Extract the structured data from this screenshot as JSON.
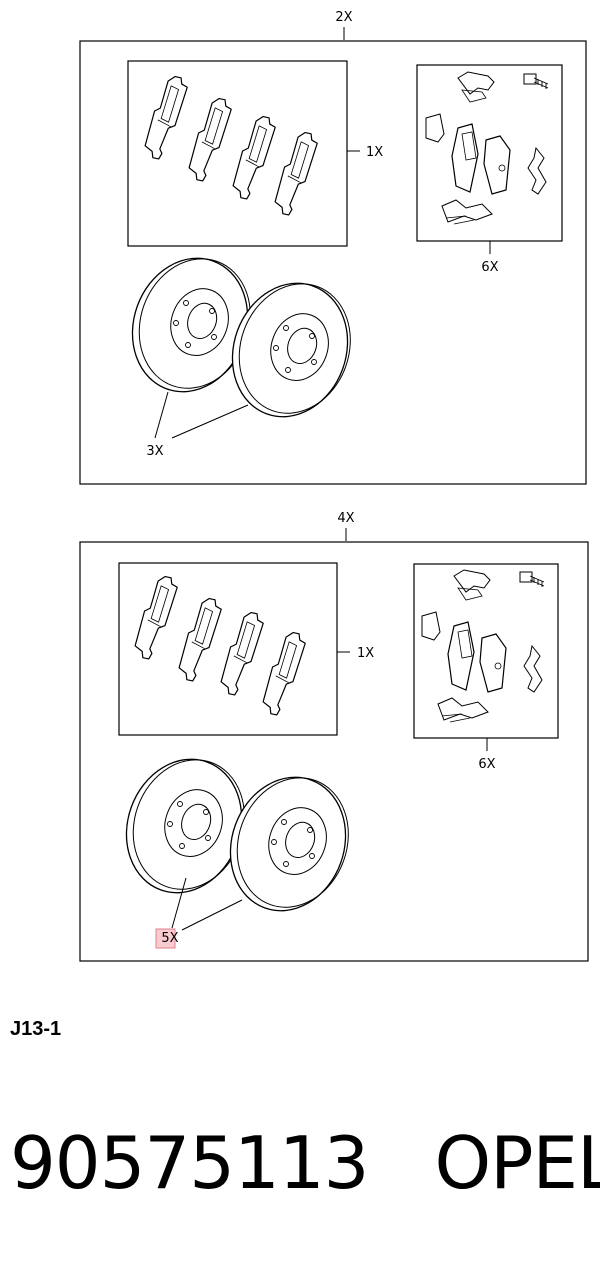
{
  "diagram": {
    "upper": {
      "kit_qty": "2X",
      "pads_qty": "1X",
      "hardware_qty": "6X",
      "discs_qty": "3X"
    },
    "lower": {
      "kit_qty": "4X",
      "pads_qty": "1X",
      "hardware_qty": "6X",
      "discs_qty": "5X"
    }
  },
  "footer": {
    "code": "J13-1",
    "part_number": "90575113",
    "brand": "OPEL"
  }
}
